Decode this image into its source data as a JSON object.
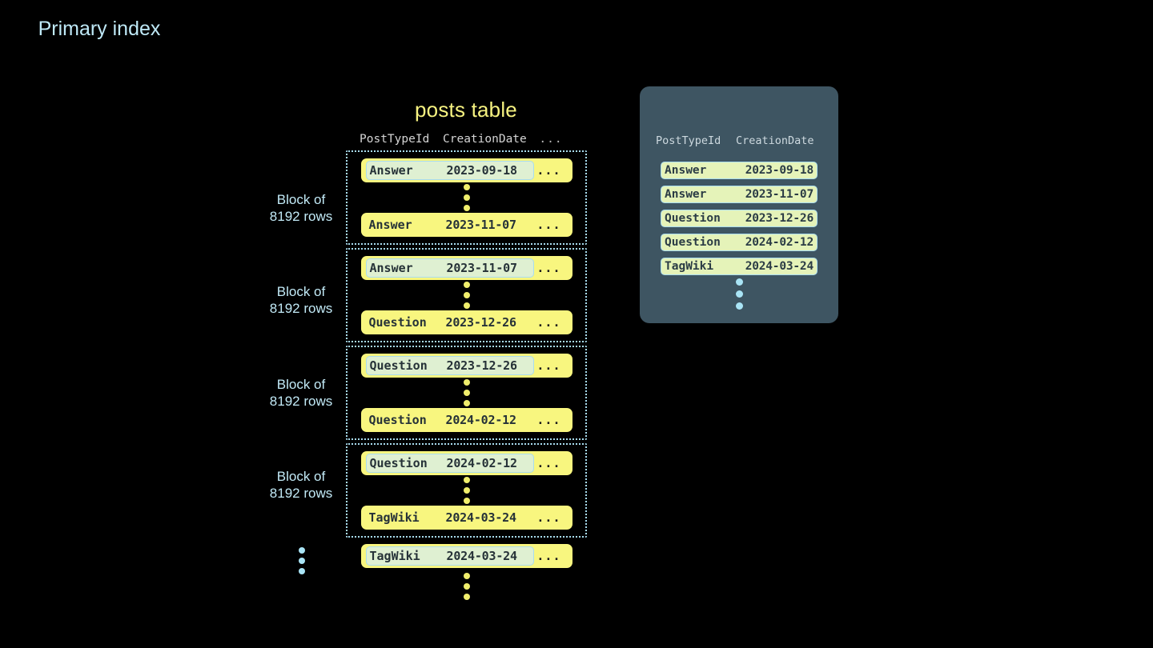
{
  "posts_table": {
    "title": "posts table",
    "columns": [
      "PostTypeId",
      "CreationDate",
      "..."
    ],
    "row_ellipsis_label": "...",
    "blocks": [
      {
        "label_line1": "Block of",
        "label_line2": "8192 rows",
        "first_row": {
          "post_type_id": "Answer",
          "creation_date": "2023-09-18",
          "more": "...",
          "highlighted": true
        },
        "last_row": {
          "post_type_id": "Answer",
          "creation_date": "2023-11-07",
          "more": "...",
          "highlighted": false
        }
      },
      {
        "label_line1": "Block of",
        "label_line2": "8192 rows",
        "first_row": {
          "post_type_id": "Answer",
          "creation_date": "2023-11-07",
          "more": "...",
          "highlighted": true
        },
        "last_row": {
          "post_type_id": "Question",
          "creation_date": "2023-12-26",
          "more": "...",
          "highlighted": false
        }
      },
      {
        "label_line1": "Block of",
        "label_line2": "8192 rows",
        "first_row": {
          "post_type_id": "Question",
          "creation_date": "2023-12-26",
          "more": "...",
          "highlighted": true
        },
        "last_row": {
          "post_type_id": "Question",
          "creation_date": "2024-02-12",
          "more": "...",
          "highlighted": false
        }
      },
      {
        "label_line1": "Block of",
        "label_line2": "8192 rows",
        "first_row": {
          "post_type_id": "Question",
          "creation_date": "2024-02-12",
          "more": "...",
          "highlighted": true
        },
        "last_row": {
          "post_type_id": "TagWiki",
          "creation_date": "2024-03-24",
          "more": "...",
          "highlighted": false
        }
      }
    ],
    "tail_row": {
      "post_type_id": "TagWiki",
      "creation_date": "2024-03-24",
      "more": "...",
      "highlighted": true
    }
  },
  "primary_index": {
    "title": "Primary index",
    "columns": [
      "PostTypeId",
      "CreationDate"
    ],
    "rows": [
      {
        "post_type_id": "Answer",
        "creation_date": "2023-09-18"
      },
      {
        "post_type_id": "Answer",
        "creation_date": "2023-11-07"
      },
      {
        "post_type_id": "Question",
        "creation_date": "2023-12-26"
      },
      {
        "post_type_id": "Question",
        "creation_date": "2024-02-12"
      },
      {
        "post_type_id": "TagWiki",
        "creation_date": "2024-03-24"
      }
    ]
  },
  "colors": {
    "background": "#000000",
    "row_yellow": "#f8f67f",
    "row_highlight_green": "#dff0d2",
    "accent_blue": "#a9dcef",
    "title_yellow": "#f7f381",
    "panel_slate": "#3e5562",
    "index_row_green": "#e5f3b9",
    "dot_yellow": "#f0ee6c",
    "dot_blue": "#a9e4f5"
  }
}
